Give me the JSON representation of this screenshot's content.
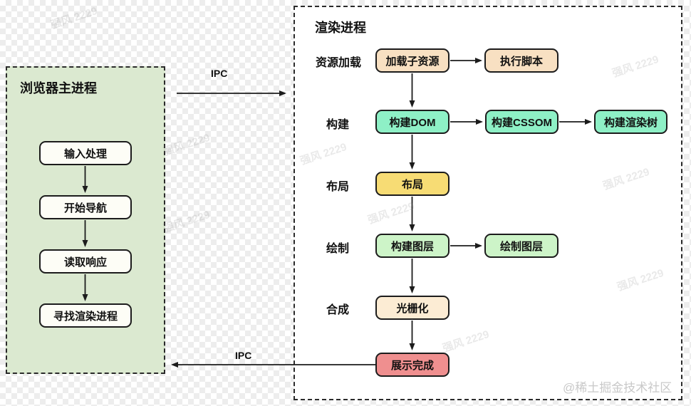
{
  "main_process": {
    "title": "浏览器主进程",
    "steps": [
      "输入处理",
      "开始导航",
      "读取响应",
      "寻找渲染进程"
    ]
  },
  "render_process": {
    "title": "渲染进程",
    "stage_labels": [
      "资源加载",
      "构建",
      "布局",
      "绘制",
      "合成"
    ],
    "boxes": {
      "load_subresources": "加载子资源",
      "execute_script": "执行脚本",
      "build_dom": "构建DOM",
      "build_cssom": "构建CSSOM",
      "build_render_tree": "构建渲染树",
      "layout": "布局",
      "build_layers": "构建图层",
      "paint_layers": "绘制图层",
      "rasterize": "光栅化",
      "display_complete": "展示完成"
    }
  },
  "ipc": {
    "top_label": "IPC",
    "bottom_label": "IPC"
  },
  "watermarks": {
    "text": "强风 2229",
    "credit": "@稀土掘金技术社区"
  },
  "colors": {
    "panel_green": "#dbe9d0",
    "box_white": "#fdfdf6",
    "box_peach": "#f8e0c2",
    "box_mint": "#8ef0c6",
    "box_yellow": "#f7dc74",
    "box_light_green": "#cdf4c8",
    "box_light_peach": "#fcecd4",
    "box_salmon": "#ef8f8f",
    "line_dark": "#1c1c1c"
  }
}
